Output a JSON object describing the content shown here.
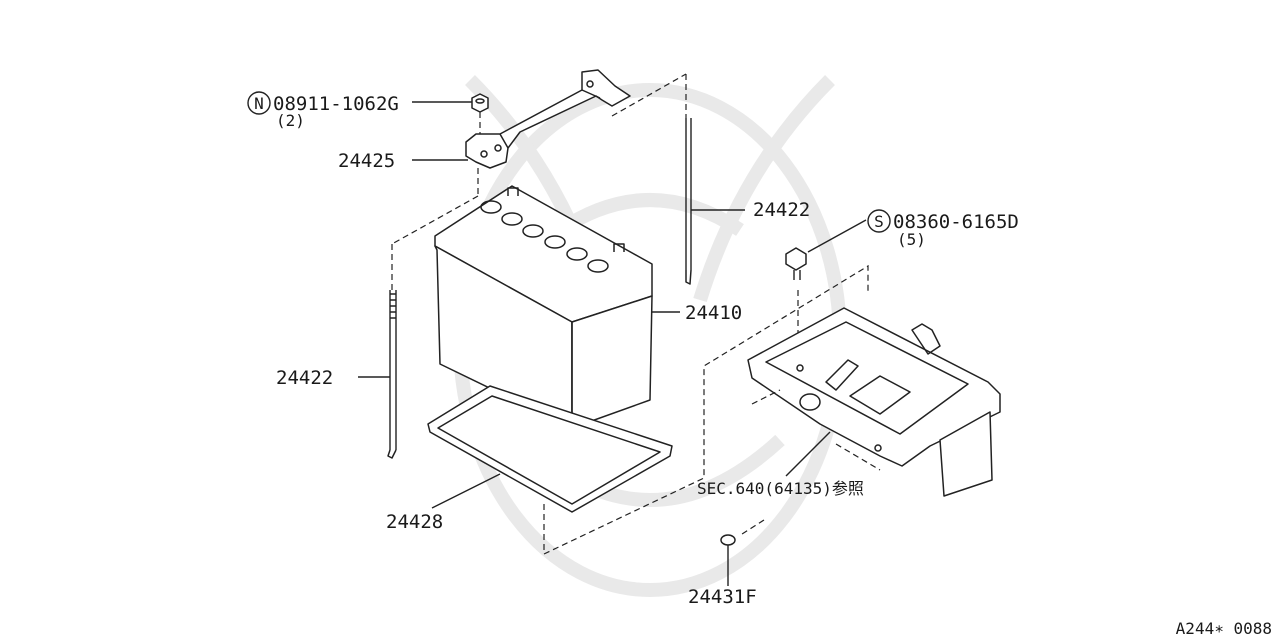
{
  "parts": {
    "nut": {
      "prefix_symbol": "N",
      "number": "08911-1062G",
      "qty": "(2)"
    },
    "bolt": {
      "prefix_symbol": "S",
      "number": "08360-6165D",
      "qty": "(5)"
    },
    "hold_down_bracket": "24425",
    "rod_right": "24422",
    "rod_left": "24422",
    "battery": "24410",
    "battery_tray": "24428",
    "clip": "24431F",
    "section_reference": "SEC.640(64135)参照"
  },
  "diagram_code": "A244∗ 0088"
}
